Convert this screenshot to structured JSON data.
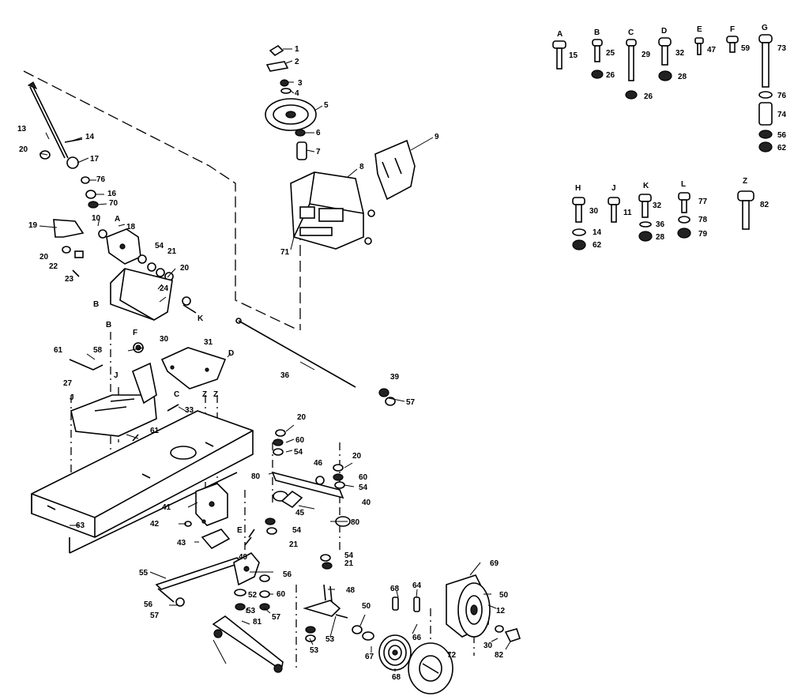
{
  "hardware": [
    {
      "letter": "A",
      "parts": [
        "15"
      ]
    },
    {
      "letter": "B",
      "parts": [
        "25",
        "26"
      ]
    },
    {
      "letter": "C",
      "parts": [
        "29",
        "26"
      ]
    },
    {
      "letter": "D",
      "parts": [
        "32",
        "28"
      ]
    },
    {
      "letter": "E",
      "parts": [
        "47"
      ]
    },
    {
      "letter": "F",
      "parts": [
        "59"
      ]
    },
    {
      "letter": "G",
      "parts": [
        "73",
        "76",
        "74",
        "56",
        "62"
      ]
    },
    {
      "letter": "H",
      "parts": [
        "30",
        "14",
        "62"
      ]
    },
    {
      "letter": "J",
      "parts": [
        "11"
      ]
    },
    {
      "letter": "K",
      "parts": [
        "32",
        "36",
        "28"
      ]
    },
    {
      "letter": "L",
      "parts": [
        "77",
        "78",
        "79"
      ]
    },
    {
      "letter": "Z",
      "parts": [
        "82"
      ]
    }
  ],
  "callouts": [
    "1",
    "2",
    "3",
    "4",
    "5",
    "6",
    "7",
    "8",
    "9",
    "71",
    "13",
    "14",
    "20",
    "17",
    "76",
    "16",
    "70",
    "19",
    "10",
    "A",
    "18",
    "54",
    "21",
    "20",
    "20",
    "22",
    "23",
    "24",
    "B",
    "B",
    "K",
    "F",
    "58",
    "61",
    "30",
    "31",
    "D",
    "C",
    "27",
    "J",
    "J",
    "Z",
    "Z",
    "33",
    "61",
    "36",
    "39",
    "57",
    "20",
    "60",
    "54",
    "46",
    "20",
    "60",
    "80",
    "54",
    "45",
    "40",
    "80",
    "54",
    "21",
    "41",
    "42",
    "43",
    "E",
    "63",
    "54",
    "21",
    "55",
    "49",
    "56",
    "52",
    "60",
    "53",
    "57",
    "56",
    "57",
    "81",
    "48",
    "53",
    "53",
    "68",
    "64",
    "66",
    "50",
    "67",
    "68",
    "50",
    "12",
    "30",
    "69",
    "72",
    "82"
  ]
}
